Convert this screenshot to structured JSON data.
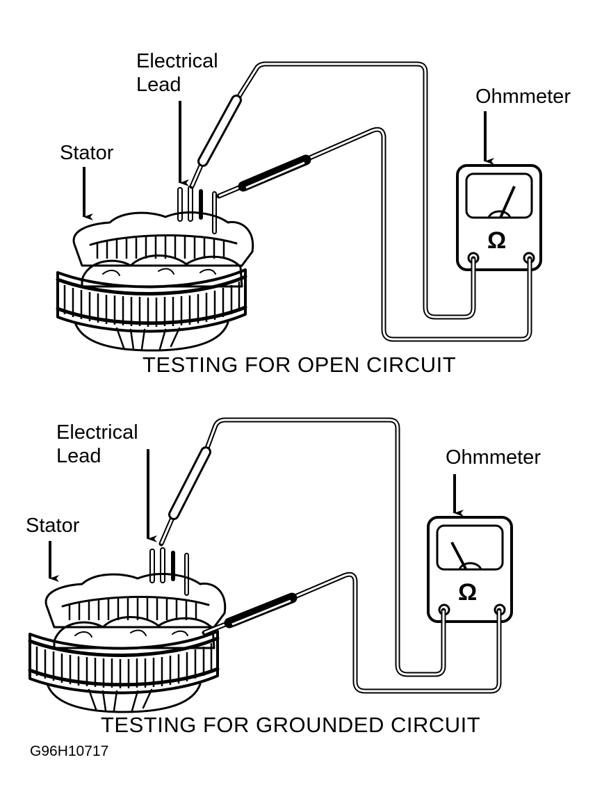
{
  "figure_code": "G96H10717",
  "panels": [
    {
      "caption": "TESTING FOR OPEN CIRCUIT",
      "labels": {
        "electrical_lead": [
          "Electrical",
          "Lead"
        ],
        "stator": "Stator",
        "ohmmeter": "Ohmmeter"
      },
      "meter_symbol": "Ω",
      "needle": "right-deflection"
    },
    {
      "caption": "TESTING FOR GROUNDED CIRCUIT",
      "labels": {
        "electrical_lead": [
          "Electrical",
          "Lead"
        ],
        "stator": "Stator",
        "ohmmeter": "Ohmmeter"
      },
      "meter_symbol": "Ω",
      "needle": "left-no-deflection"
    }
  ]
}
